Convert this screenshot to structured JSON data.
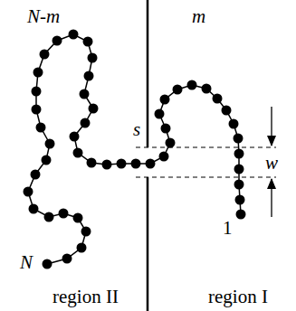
{
  "diagram": {
    "labels": [
      "N-m",
      "m",
      "s",
      "w",
      "1",
      "N",
      "region II",
      "region I"
    ]
  }
}
